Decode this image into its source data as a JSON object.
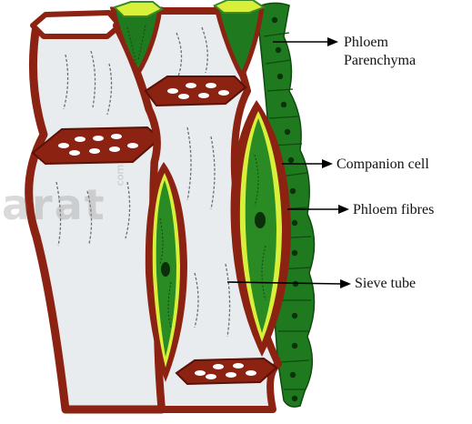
{
  "labels": {
    "phloem_parenchyma_line1": "Phloem",
    "phloem_parenchyma_line2": "Parenchyma",
    "companion_cell": "Companion cell",
    "phloem_fibres": "Phloem fibres",
    "sieve_tube": "Sieve tube"
  },
  "watermark": {
    "text": "arat",
    "small": "com"
  },
  "colors": {
    "wall": "#8b2212",
    "wall_dark": "#5a1208",
    "lumen": "#e9ecee",
    "green": "#1f7a1f",
    "green_light": "#4aa93a",
    "yellow": "#d9f03a",
    "pore": "#ffffff",
    "strand": "#707070"
  }
}
